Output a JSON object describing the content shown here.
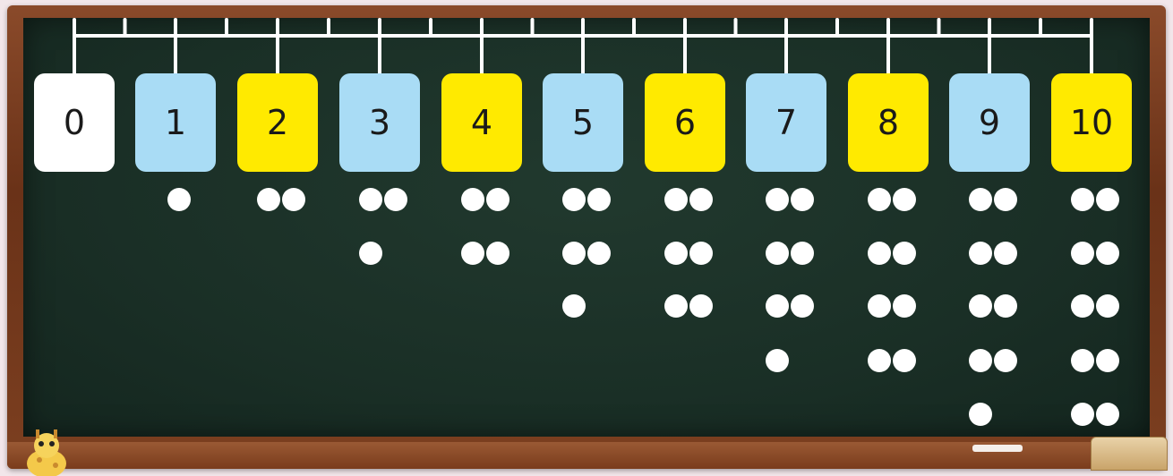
{
  "cards": [
    {
      "label": "0",
      "color": "white"
    },
    {
      "label": "1",
      "color": "blue"
    },
    {
      "label": "2",
      "color": "yellow"
    },
    {
      "label": "3",
      "color": "blue"
    },
    {
      "label": "4",
      "color": "yellow"
    },
    {
      "label": "5",
      "color": "blue"
    },
    {
      "label": "6",
      "color": "yellow"
    },
    {
      "label": "7",
      "color": "blue"
    },
    {
      "label": "8",
      "color": "yellow"
    },
    {
      "label": "9",
      "color": "blue"
    },
    {
      "label": "10",
      "color": "yellow"
    }
  ],
  "colors": {
    "board": "#1a2f26",
    "frame": "#7c3f20",
    "card_white": "#ffffff",
    "card_blue": "#a9dcf5",
    "card_yellow": "#ffea00",
    "dot": "#ffffff",
    "ruler": "#ffffff"
  },
  "decorations": [
    "giraffe-mascot-icon",
    "chalk-icon",
    "eraser-icon"
  ]
}
